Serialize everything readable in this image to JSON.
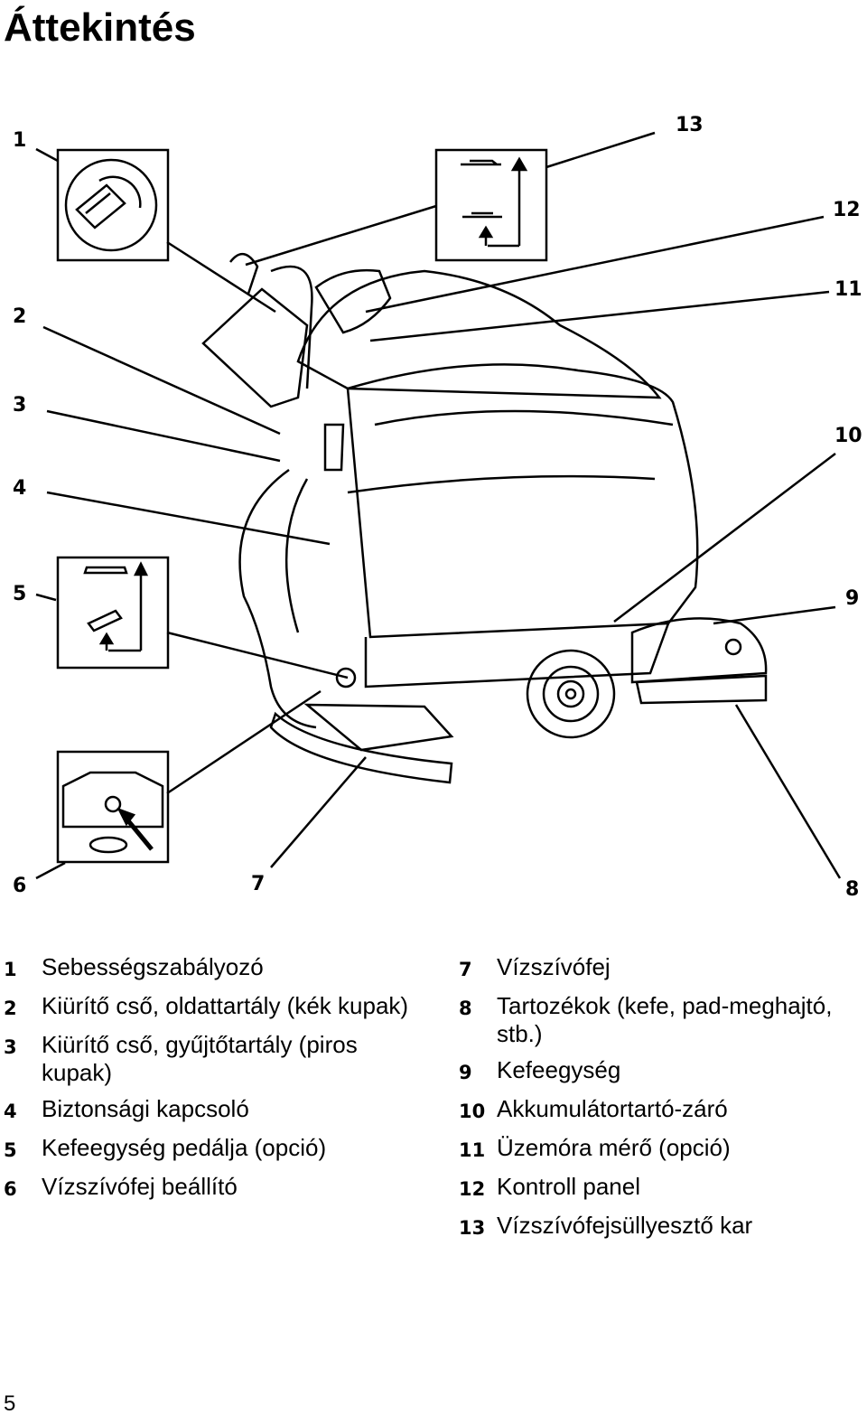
{
  "page": {
    "title": "Áttekintés",
    "page_number": "5"
  },
  "callouts": [
    "1",
    "2",
    "3",
    "4",
    "5",
    "6",
    "7",
    "8",
    "9",
    "10",
    "11",
    "12",
    "13"
  ],
  "legend": {
    "left": [
      {
        "num": "1",
        "text": "Sebességszabályozó"
      },
      {
        "num": "2",
        "text": "Kiürítő cső, oldattartály (kék kupak)"
      },
      {
        "num": "3",
        "text": "Kiürítő cső, gyűjtőtartály (piros kupak)"
      },
      {
        "num": "4",
        "text": "Biztonsági kapcsoló"
      },
      {
        "num": "5",
        "text": "Kefeegység pedálja (opció)"
      },
      {
        "num": "6",
        "text": "Vízszívófej beállító"
      }
    ],
    "right": [
      {
        "num": "7",
        "text": "Vízszívófej"
      },
      {
        "num": "8",
        "text": "Tartozékok (kefe, pad-meghajtó, stb.)"
      },
      {
        "num": "9",
        "text": "Kefeegység"
      },
      {
        "num": "10",
        "text": "Akkumulátortartó-záró"
      },
      {
        "num": "11",
        "text": "Üzemóra mérő (opció)"
      },
      {
        "num": "12",
        "text": "Kontroll panel"
      },
      {
        "num": "13",
        "text": "Vízszívófejsüllyesztő kar"
      }
    ]
  }
}
